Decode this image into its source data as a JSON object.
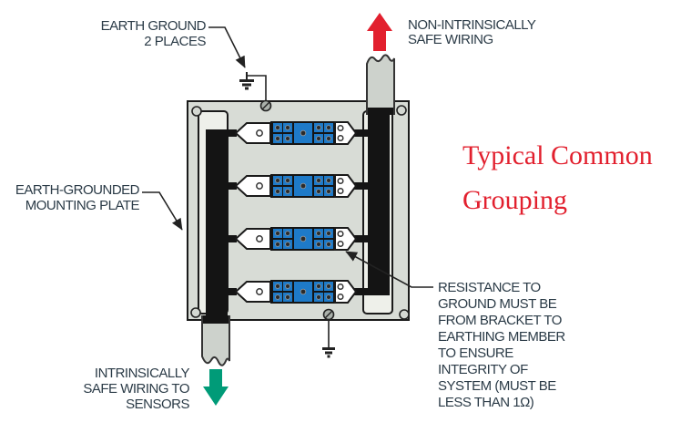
{
  "colors": {
    "red": "#e2202e",
    "green": "#009b78",
    "blue": "#1e7ac8",
    "ink": "#2b3b47",
    "line": "#222222",
    "panel": "#d8dcd6",
    "conduit": "#cdd2cc",
    "bracket": "#eef0ea",
    "black": "#141414"
  },
  "callouts": {
    "earth_ground": {
      "lines": [
        "EARTH GROUND",
        "2 PLACES"
      ]
    },
    "non_intrinsically_safe": {
      "lines": [
        "NON-INTRINSICALLY",
        "SAFE WIRING"
      ]
    },
    "mounting_plate": {
      "lines": [
        "EARTH-GROUNDED",
        "MOUNTING PLATE"
      ]
    },
    "intrinsically_safe": {
      "lines": [
        "INTRINSICALLY",
        "SAFE WIRING TO",
        "SENSORS"
      ]
    },
    "resistance_note": {
      "lines": [
        "RESISTANCE TO",
        "GROUND MUST BE",
        "FROM BRACKET TO",
        "EARTHING MEMBER",
        "TO ENSURE",
        "INTEGRITY OF",
        "SYSTEM (MUST BE",
        "LESS THAN 1Ω)"
      ]
    }
  },
  "title": {
    "lines": [
      "Typical Common",
      "Grouping"
    ]
  },
  "modules": {
    "count": 4
  }
}
